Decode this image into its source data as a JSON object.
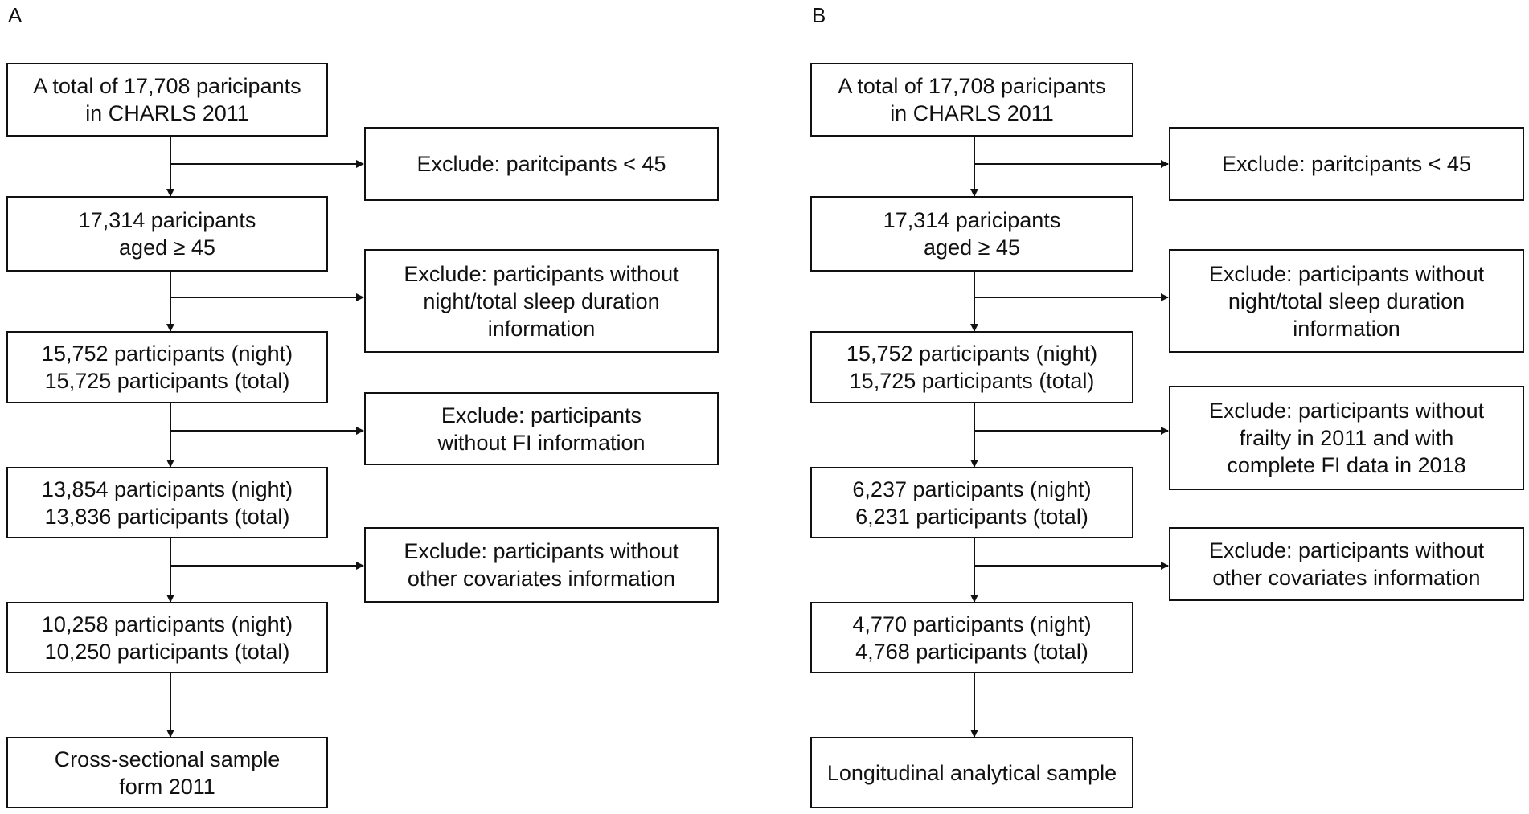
{
  "panels": {
    "a": {
      "label": "A",
      "main": [
        "A total of 17,708 paricipants\nin CHARLS 2011",
        "17,314 paricipants\naged ≥ 45",
        "15,752 participants (night)\n15,725 participants (total)",
        "13,854 participants (night)\n13,836 participants (total)",
        "10,258 participants (night)\n10,250 participants (total)",
        "Cross-sectional sample\nform 2011"
      ],
      "exclude": [
        "Exclude: paritcipants < 45",
        "Exclude: participants without\nnight/total sleep duration\ninformation",
        "Exclude: participants\nwithout FI information",
        "Exclude: participants without\nother covariates information"
      ]
    },
    "b": {
      "label": "B",
      "main": [
        "A total of 17,708 paricipants\nin CHARLS 2011",
        "17,314 paricipants\naged ≥ 45",
        "15,752 participants (night)\n15,725 participants (total)",
        "6,237 participants (night)\n6,231 participants (total)",
        "4,770 participants (night)\n4,768 participants (total)",
        "Longitudinal analytical sample"
      ],
      "exclude": [
        "Exclude: paritcipants < 45",
        "Exclude: participants without\nnight/total sleep duration\ninformation",
        "Exclude: participants without\nfrailty in 2011 and with\ncomplete FI data in 2018",
        "Exclude: participants without\nother covariates information"
      ]
    }
  }
}
